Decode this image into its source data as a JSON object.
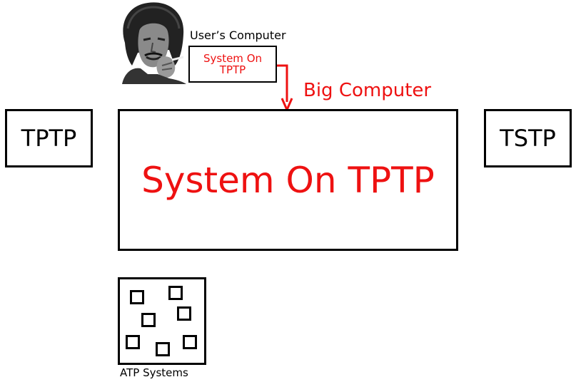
{
  "users_computer": {
    "label": "User’s Computer",
    "box_text": "System On TPTP"
  },
  "big_computer": {
    "label": "Big Computer",
    "box_text": "System On TPTP"
  },
  "left_box": "TPTP",
  "right_box": "TSTP",
  "atp": {
    "label": "ATP Systems",
    "system_count": 7
  },
  "colors": {
    "accent": "#ee1111",
    "border": "#000000"
  },
  "icons": {
    "user_photo": "person-portrait-icon"
  }
}
